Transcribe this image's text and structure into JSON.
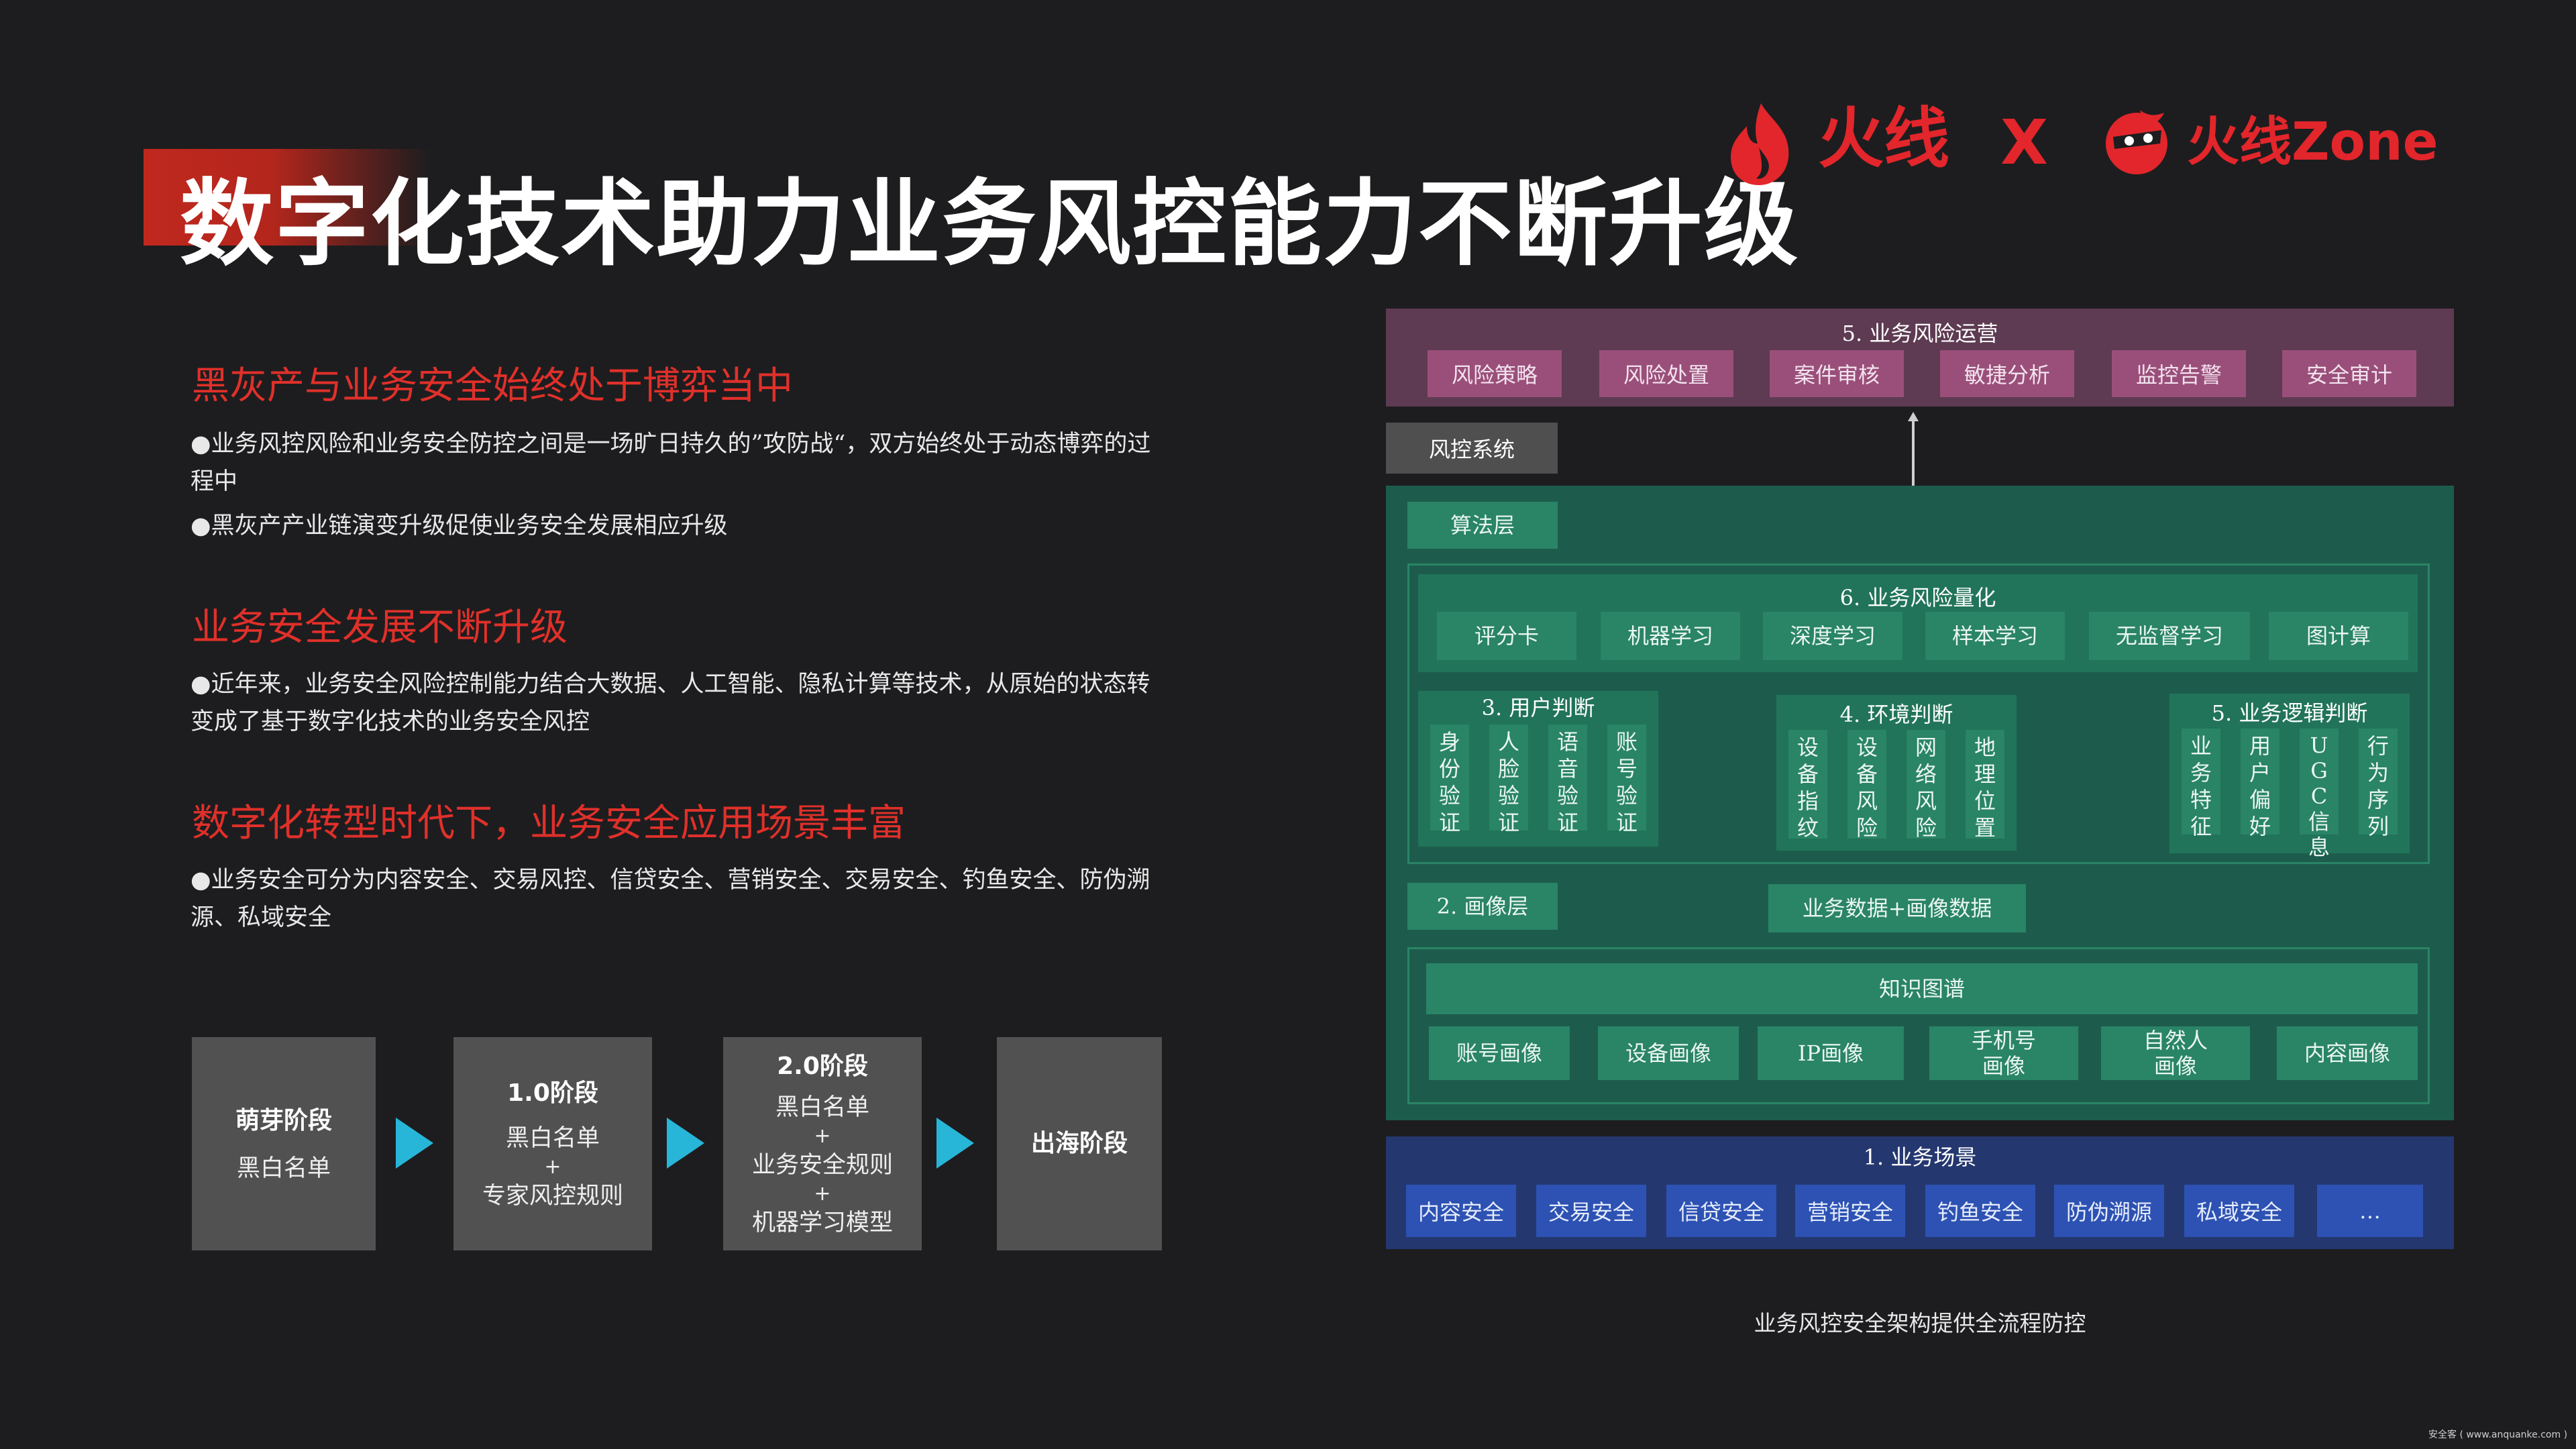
{
  "title": "数字化技术助力业务风控能力不断升级",
  "logos": {
    "left_text": "火线",
    "separator": "X",
    "right_text": "火线Zone",
    "brand_color": "#e2262b",
    "flame_icon": "flame-icon",
    "mascot_icon": "ninja-mascot-icon"
  },
  "sections": [
    {
      "heading": "黑灰产与业务安全始终处于博弈当中",
      "bullets": [
        "●业务风控风险和业务安全防控之间是一场旷日持久的”攻防战“，双方始终处于动态博弈的过程中",
        "●黑灰产产业链演变升级促使业务安全发展相应升级"
      ]
    },
    {
      "heading": "业务安全发展不断升级",
      "bullets": [
        "●近年来，业务安全风险控制能力结合大数据、人工智能、隐私计算等技术，从原始的状态转变成了基于数字化技术的业务安全风控"
      ]
    },
    {
      "heading": "数字化转型时代下，业务安全应用场景丰富",
      "bullets": [
        "●业务安全可分为内容安全、交易风控、信贷安全、营销安全、交易安全、钓鱼安全、防伪溯源、私域安全"
      ]
    }
  ],
  "stages": [
    {
      "title": "萌芽阶段",
      "lines": [
        "黑白名单"
      ]
    },
    {
      "title": "1.0阶段",
      "lines": [
        "黑白名单",
        "+",
        "专家风控规则"
      ]
    },
    {
      "title": "2.0阶段",
      "lines": [
        "黑白名单",
        "+",
        "业务安全规则",
        "+",
        "机器学习模型"
      ]
    },
    {
      "title": "出海阶段",
      "lines": []
    }
  ],
  "arch": {
    "ops": {
      "title": "5. 业务风险运营",
      "items": [
        "风险策略",
        "风险处置",
        "案件审核",
        "敏捷分析",
        "监控告警",
        "安全审计"
      ]
    },
    "risk_system": "风控系统",
    "algo_layer": "算法层",
    "quant": {
      "title": "6. 业务风险量化",
      "items": [
        "评分卡",
        "机器学习",
        "深度学习",
        "样本学习",
        "无监督学习",
        "图计算"
      ]
    },
    "user": {
      "title": "3. 用户判断",
      "items": [
        [
          "身",
          "份",
          "验",
          "证"
        ],
        [
          "人",
          "脸",
          "验",
          "证"
        ],
        [
          "语",
          "音",
          "验",
          "证"
        ],
        [
          "账",
          "号",
          "验",
          "证"
        ]
      ]
    },
    "env": {
      "title": "4. 环境判断",
      "items": [
        [
          "设",
          "备",
          "指",
          "纹"
        ],
        [
          "设",
          "备",
          "风",
          "险"
        ],
        [
          "网",
          "络",
          "风",
          "险"
        ],
        [
          "地",
          "理",
          "位",
          "置"
        ]
      ]
    },
    "logic": {
      "title": "5. 业务逻辑判断",
      "items": [
        [
          "业",
          "务",
          "特",
          "征"
        ],
        [
          "用",
          "户",
          "偏",
          "好"
        ],
        [
          "U",
          "G",
          "C",
          "信",
          "息"
        ],
        [
          "行",
          "为",
          "序",
          "列"
        ]
      ]
    },
    "portrait_layer": "2. 画像层",
    "portrait_data": "业务数据+画像数据",
    "knowledge_graph": "知识图谱",
    "portraits": [
      "账号画像",
      "设备画像",
      "IP画像",
      "手机号\n画像",
      "自然人\n画像",
      "内容画像"
    ],
    "scenes": {
      "title": "1. 业务场景",
      "items": [
        "内容安全",
        "交易安全",
        "信贷安全",
        "营销安全",
        "钓鱼安全",
        "防伪溯源",
        "私域安全",
        "…"
      ]
    },
    "caption": "业务风控安全架构提供全流程防控",
    "colors": {
      "ops_bg": "#5e3b52",
      "ops_pill": "#9a4f7a",
      "green_bg": "#1d5c4c",
      "green_pill": "#2a8466",
      "blue_bg": "#24376f",
      "blue_pill": "#2d52b3",
      "accent_red": "#e0302a",
      "arrow_cyan": "#27b6d8"
    }
  },
  "watermark": "安全客 ( www.anquanke.com )"
}
